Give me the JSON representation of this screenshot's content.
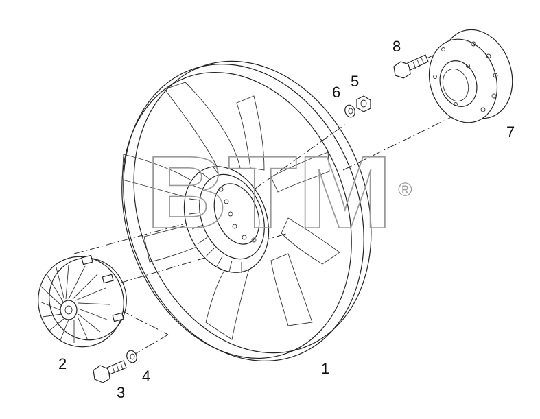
{
  "diagram": {
    "callouts": {
      "fan": "1",
      "viscous_clutch": "2",
      "bolt_lower": "3",
      "washer_lower": "4",
      "nut": "5",
      "washer_upper": "6",
      "hub_flange": "7",
      "bolt_upper": "8"
    },
    "watermark": {
      "text": "BTM",
      "registered_mark": "®"
    }
  }
}
